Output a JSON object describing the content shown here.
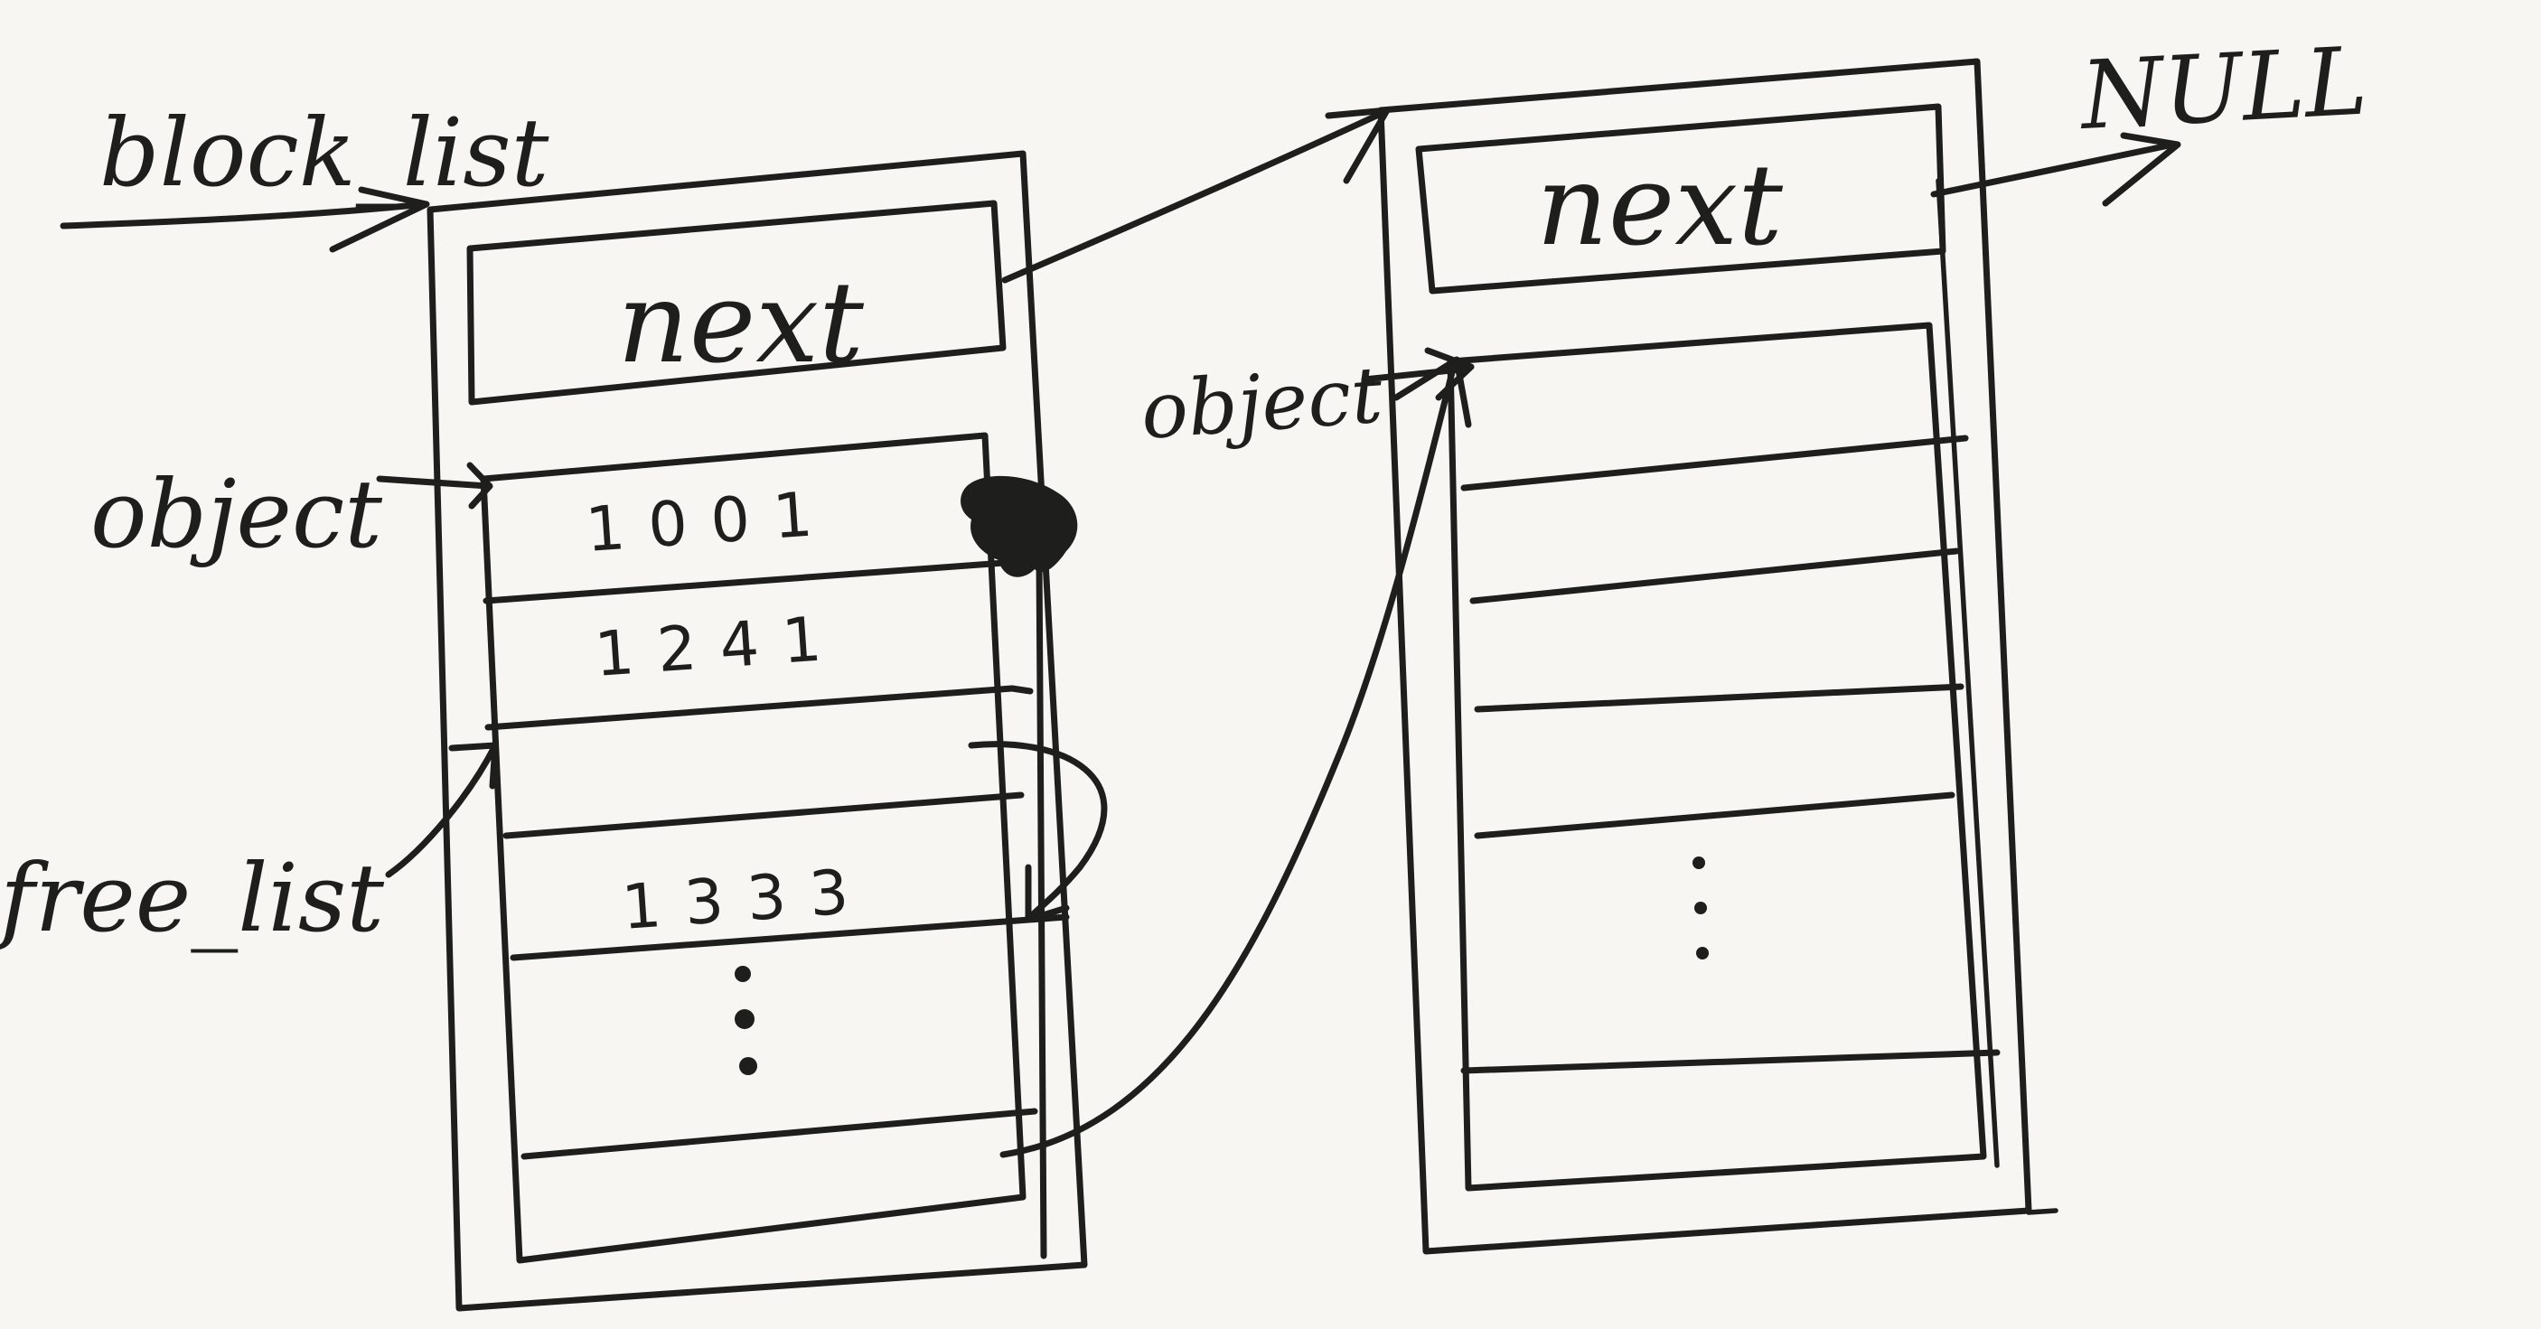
{
  "diagram": {
    "labels": {
      "block_list": "block_list",
      "object_left": "object",
      "free_list": "free_list",
      "object_right": "object",
      "null": "NULL"
    },
    "block_left": {
      "next_label": "next",
      "slots": [
        "1001",
        "1241",
        "",
        "1333",
        "",
        ""
      ]
    },
    "block_right": {
      "next_label": "next",
      "slots": [
        "",
        "",
        "",
        "",
        "",
        ""
      ]
    },
    "colors": {
      "ink": "#1e1e1c",
      "paper": "#f7f6f2"
    }
  }
}
